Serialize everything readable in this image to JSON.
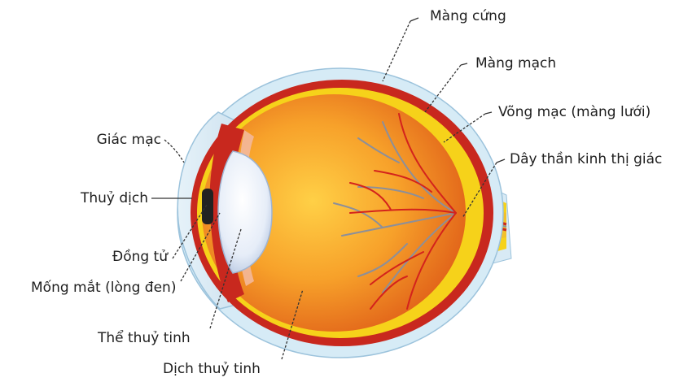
{
  "labels": {
    "sclera": "Màng cứng",
    "choroid": "Màng mạch",
    "retina": "Võng mạc (màng lưới)",
    "optic_nerve": "Dây thần kinh thị giác",
    "cornea": "Giác mạc",
    "aqueous_humor": "Thuỷ dịch",
    "pupil": "Đồng tử",
    "iris": "Mống mắt (lòng đen)",
    "lens": "Thể thuỷ tinh",
    "vitreous_humor": "Dịch thuỷ tinh"
  },
  "colors": {
    "sclera_fill": "#cfe6f3",
    "choroid_red": "#c8281e",
    "retina_yellow": "#f6d21a",
    "vitreous_orange": "#f08a1e",
    "vessel_red": "#d4231c",
    "vessel_grey": "#8c8f9a",
    "lens_white": "#eef3fb",
    "leader_line": "#333333"
  }
}
